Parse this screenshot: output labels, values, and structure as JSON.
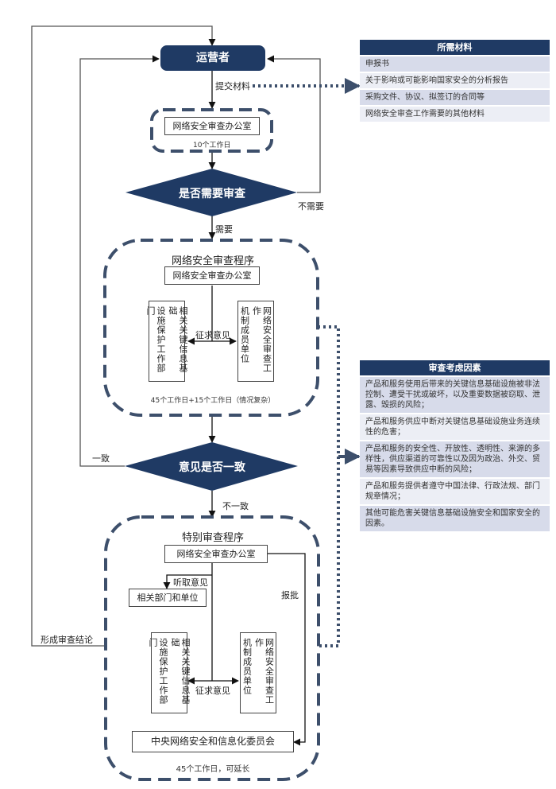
{
  "operator": {
    "label": "运营者"
  },
  "submit_label": "提交材料",
  "office_box_1": {
    "label": "网络安全审查办公室",
    "duration": "10个工作日"
  },
  "decision_1": {
    "label": "是否需要审查",
    "yes": "需要",
    "no": "不需要"
  },
  "review_procedure": {
    "title": "网络安全审查程序",
    "office": "网络安全审查办公室",
    "left_unit": [
      "相关关键信息基础",
      "设施保护工作部门"
    ],
    "right_unit": [
      "网络安全审查工作",
      "机制成员单位"
    ],
    "consult_label": "征求意见",
    "duration": "45个工作日+15个工作日（情况复杂）"
  },
  "decision_2": {
    "label": "意见是否一致",
    "yes": "一致",
    "no": "不一致"
  },
  "special_procedure": {
    "title": "特别审查程序",
    "office": "网络安全审查办公室",
    "listen_label": "听取意见",
    "related_units": "相关部门和单位",
    "report_label": "报批",
    "left_unit": [
      "相关关键信息基础",
      "设施保护工作部门"
    ],
    "right_unit": [
      "网络安全审查工作",
      "机制成员单位"
    ],
    "consult_label": "征求意见",
    "committee": "中央网络安全和信息化委员会",
    "duration": "45个工作日，可延长"
  },
  "conclusion_label": "形成审查结论",
  "materials_panel": {
    "header": "所需材料",
    "items": [
      "申报书",
      "关于影响或可能影响国家安全的分析报告",
      "采购文件、协议、拟签订的合同等",
      "网络安全审查工作需要的其他材料"
    ]
  },
  "factors_panel": {
    "header": "审查考虑因素",
    "items": [
      "产品和服务使用后带来的关键信息基础设施被非法控制、遭受干扰或破坏，以及重要数据被窃取、泄露、毁损的风险；",
      "产品和服务供应中断对关键信息基础设施业务连续性的危害；",
      "产品和服务的安全性、开放性、透明性、来源的多样性，供应渠道的可靠性以及因为政治、外交、贸易等因素导致供应中断的风险；",
      "产品和服务提供者遵守中国法律、行政法规、部门规章情况；",
      "其他可能危害关键信息基础设施安全和国家安全的因素。"
    ]
  },
  "colors": {
    "navy": "#1f3a64",
    "dash": "#3d4f6b",
    "row_dark": "#d7dbea",
    "row_light": "#eceef5"
  }
}
